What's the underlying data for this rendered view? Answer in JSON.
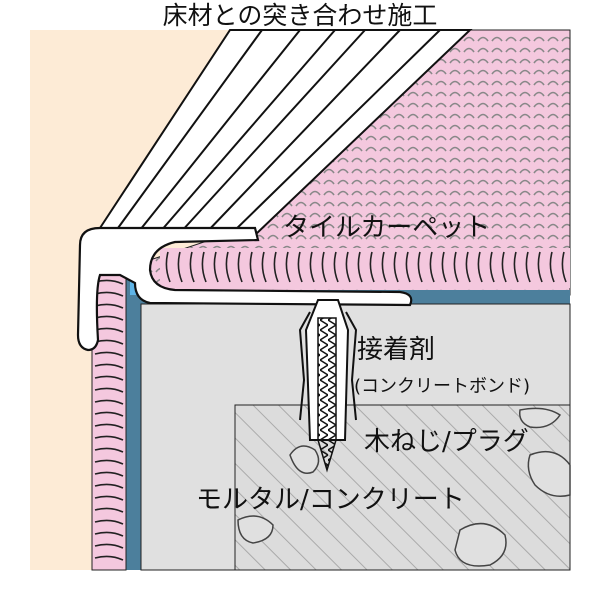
{
  "title": "床材との突き合わせ施工",
  "labels": {
    "carpet": "タイルカーペット",
    "adhesive": "接着剤",
    "adhesive_note": "(コンクリートボンド)",
    "fastener": "木ねじ/プラグ",
    "substrate": "モルタル/コンクリート"
  },
  "colors": {
    "background_wall": "#fdebd6",
    "carpet_pink": "#f4c8de",
    "carpet_pattern": "#999999",
    "blue_layer": "#4c7f9c",
    "mortar": "#e0e0e0",
    "outline": "#111111",
    "nosing": "#ffffff"
  }
}
